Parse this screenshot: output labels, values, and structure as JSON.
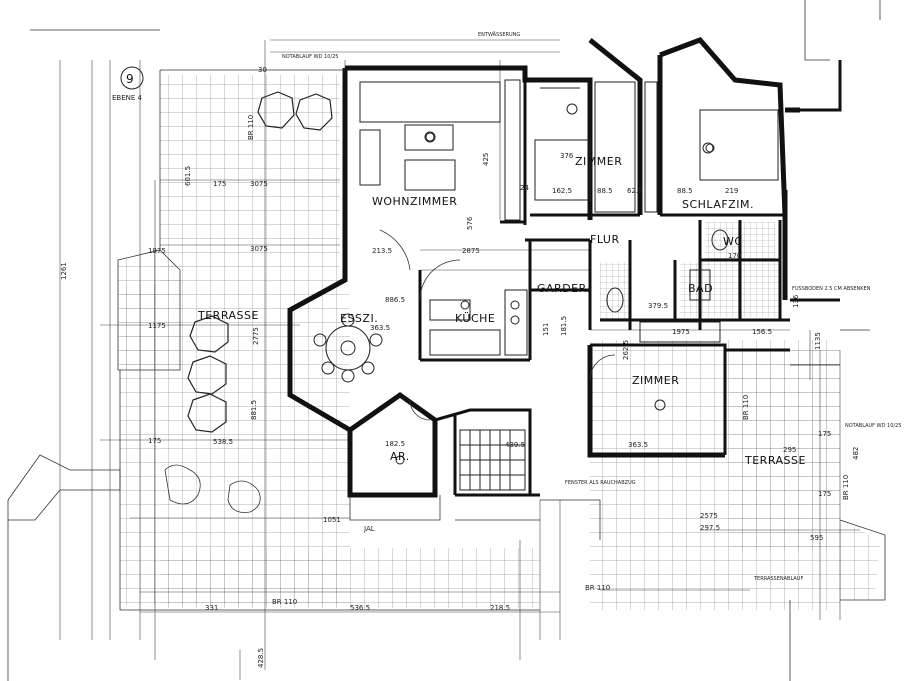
{
  "plan": {
    "level": "EBENE 4",
    "rooms": {
      "wohnzimmer": "WOHNZIMMER",
      "esszimmer": "ESSZI.",
      "kueche": "KÜCHE",
      "garderobe": "GARDER.",
      "flur": "FLUR",
      "zimmer_top": "ZIMMER",
      "schlafzimmer": "SCHLAFZIM.",
      "wc": "WC",
      "bad": "BAD",
      "zimmer_mid": "ZIMMER",
      "terrasse_left": "TERRASSE",
      "terrasse_right": "TERRASSE",
      "abstellraum": "AR."
    },
    "dims": {
      "d3075a": "3075",
      "d3075b": "3075",
      "d175a": "175",
      "d175b": "175",
      "d175c": "175",
      "d175d": "175",
      "d2135": "213.5",
      "d2875": "2875",
      "d3635": "363.5",
      "d1175": "1175",
      "d5385": "538.5",
      "d8865": "886.5",
      "d1825": "182.5",
      "d1051": "1051",
      "d1975": "1975",
      "d1565": "156.5",
      "d3635b": "363.5",
      "d3795": "379.5",
      "d2975": "297.5",
      "d295": "295",
      "d219": "219",
      "d376": "376",
      "d1625": "162.5",
      "d886a": "88.5",
      "d886b": "88.5",
      "d625": "62.5",
      "d576": "576",
      "d425": "425",
      "d6015": "601.5",
      "d1261": "1261",
      "d331": "331",
      "d5365": "536.5",
      "d2185": "218.5",
      "d4285": "428.5",
      "d2575": "2575",
      "d595": "595",
      "d482": "482",
      "d1135": "1135",
      "d1975b": "1975",
      "d2775": "2775",
      "d8815": "881.5",
      "d4395": "439.5",
      "d151": "151",
      "d1815": "181.5",
      "d2625": "262.5",
      "d170": "170",
      "d136": "136",
      "d30a": "30",
      "d24a": "24"
    },
    "notes": {
      "br110a": "BR 110",
      "br110b": "BR 110",
      "br110c": "BR 110",
      "br110d": "BR 110",
      "br110e": "BR 110",
      "notablauf1": "NOTABLAUF WD 10/25",
      "notablauf2": "NOTABLAUF WD 10/25",
      "fussboden": "FUSSBODEN 2.5 CM ABSENKEN",
      "jal": "JAL",
      "fenster": "FENSTER ALS RAUCHABZUG",
      "entwaesserung": "ENTWÄSSERUNG",
      "terrassenablauf": "TERRASSENABLAUF"
    }
  }
}
